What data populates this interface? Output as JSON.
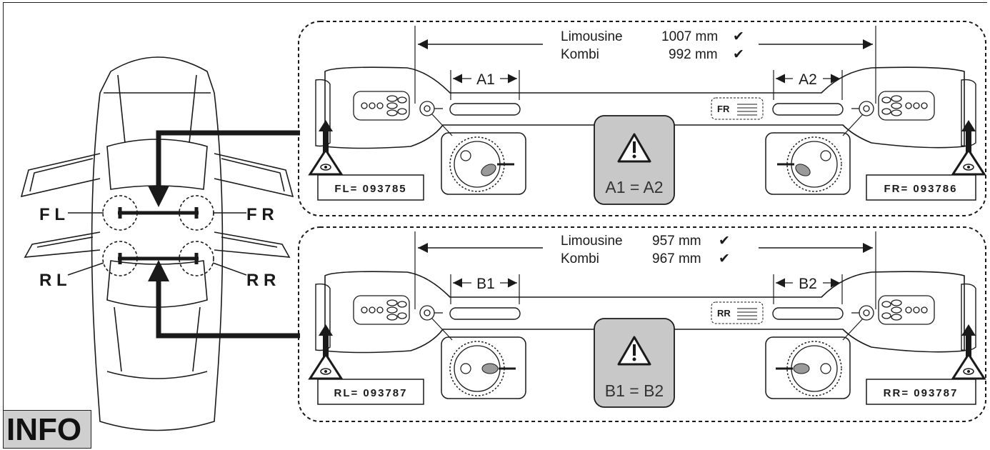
{
  "corner_labels": {
    "fl": "F L",
    "fr": "F R",
    "rl": "R L",
    "rr": "R R"
  },
  "front_panel": {
    "limousine_label": "Limousine",
    "limousine_value": "1007 mm",
    "kombi_label": "Kombi",
    "kombi_value": "992 mm",
    "check_mark": "✔",
    "left_measure": "A1",
    "right_measure": "A2",
    "equation": "A1 = A2",
    "tag_label": "FR",
    "left_code": "FL= 093785",
    "right_code": "FR= 093786"
  },
  "rear_panel": {
    "limousine_label": "Limousine",
    "limousine_value": "957 mm",
    "kombi_label": "Kombi",
    "kombi_value": "967 mm",
    "check_mark": "✔",
    "left_measure": "B1",
    "right_measure": "B2",
    "equation": "B1 = B2",
    "tag_label": "RR",
    "left_code": "RL= 093787",
    "right_code": "RR= 093787"
  },
  "info_label": "INFO",
  "icons": [
    "warning-icon",
    "eye-warning-icon",
    "adjustment-dial-icon",
    "arrow-up-icon"
  ],
  "colors": {
    "line": "#1a1a1a",
    "warning_box": "#c8c8c8",
    "background": "#ffffff"
  }
}
